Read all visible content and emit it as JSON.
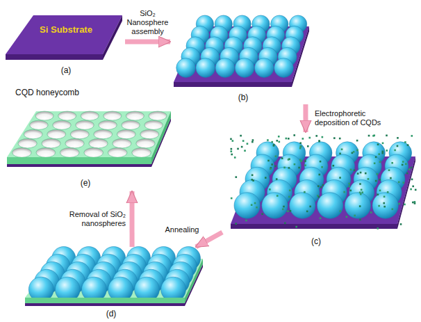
{
  "diagram": {
    "nodes": [
      {
        "text": [
          "Si Substrate",
          "(a)"
        ]
      },
      {
        "text": [
          "(b)"
        ]
      },
      {
        "text": [
          "(c)"
        ]
      },
      {
        "text": [
          "(d)"
        ]
      },
      {
        "text": [
          "CQD honeycomb",
          "(e)"
        ]
      }
    ],
    "edges": [
      {
        "from": 0,
        "to": 1,
        "arrow": "to",
        "label": "SiO₂ Nanosphere assembly"
      },
      {
        "from": 1,
        "to": 2,
        "arrow": "to",
        "label": "Electrophoretic deposition of CQDs"
      },
      {
        "from": 2,
        "to": 3,
        "arrow": "to",
        "label": "Annealing"
      },
      {
        "from": 3,
        "to": 4,
        "arrow": "to",
        "label": "Removal of SiO₂ nanospheres"
      }
    ]
  }
}
